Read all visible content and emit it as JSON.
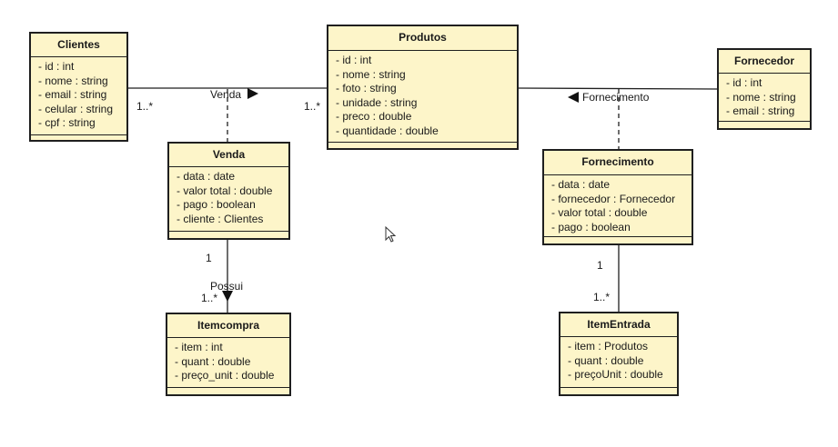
{
  "classes": {
    "clientes": {
      "name": "Clientes",
      "attributes": [
        "- id : int",
        "- nome : string",
        "- email : string",
        "- celular : string",
        "- cpf : string"
      ]
    },
    "produtos": {
      "name": "Produtos",
      "attributes": [
        "- id : int",
        "- nome : string",
        "- foto : string",
        "- unidade : string",
        "- preco : double",
        "- quantidade : double"
      ]
    },
    "fornecedor": {
      "name": "Fornecedor",
      "attributes": [
        "- id : int",
        "- nome : string",
        "- email : string"
      ]
    },
    "venda": {
      "name": "Venda",
      "attributes": [
        "- data : date",
        "- valor total : double",
        "- pago : boolean",
        "- cliente : Clientes"
      ]
    },
    "fornecimento": {
      "name": "Fornecimento",
      "attributes": [
        "- data : date",
        "- fornecedor : Fornecedor",
        "- valor total : double",
        "- pago : boolean"
      ]
    },
    "itemcompra": {
      "name": "Itemcompra",
      "attributes": [
        "- item : int",
        "- quant : double",
        "- preço_unit : double"
      ]
    },
    "itementrada": {
      "name": "ItemEntrada",
      "attributes": [
        "- item : Produtos",
        "- quant : double",
        "- preçoUnit : double"
      ]
    }
  },
  "associations": {
    "venda": {
      "label": "Venda",
      "mult_left": "1..*",
      "mult_right": "1..*"
    },
    "fornecimento": {
      "label": "Fornecimento"
    },
    "possui": {
      "label": "Possui",
      "mult_top": "1",
      "mult_bottom": "1..*"
    },
    "entrada": {
      "mult_top": "1",
      "mult_bottom": "1..*"
    }
  },
  "colors": {
    "class_fill": "#fdf5c9",
    "stroke": "#1f1f1f"
  }
}
